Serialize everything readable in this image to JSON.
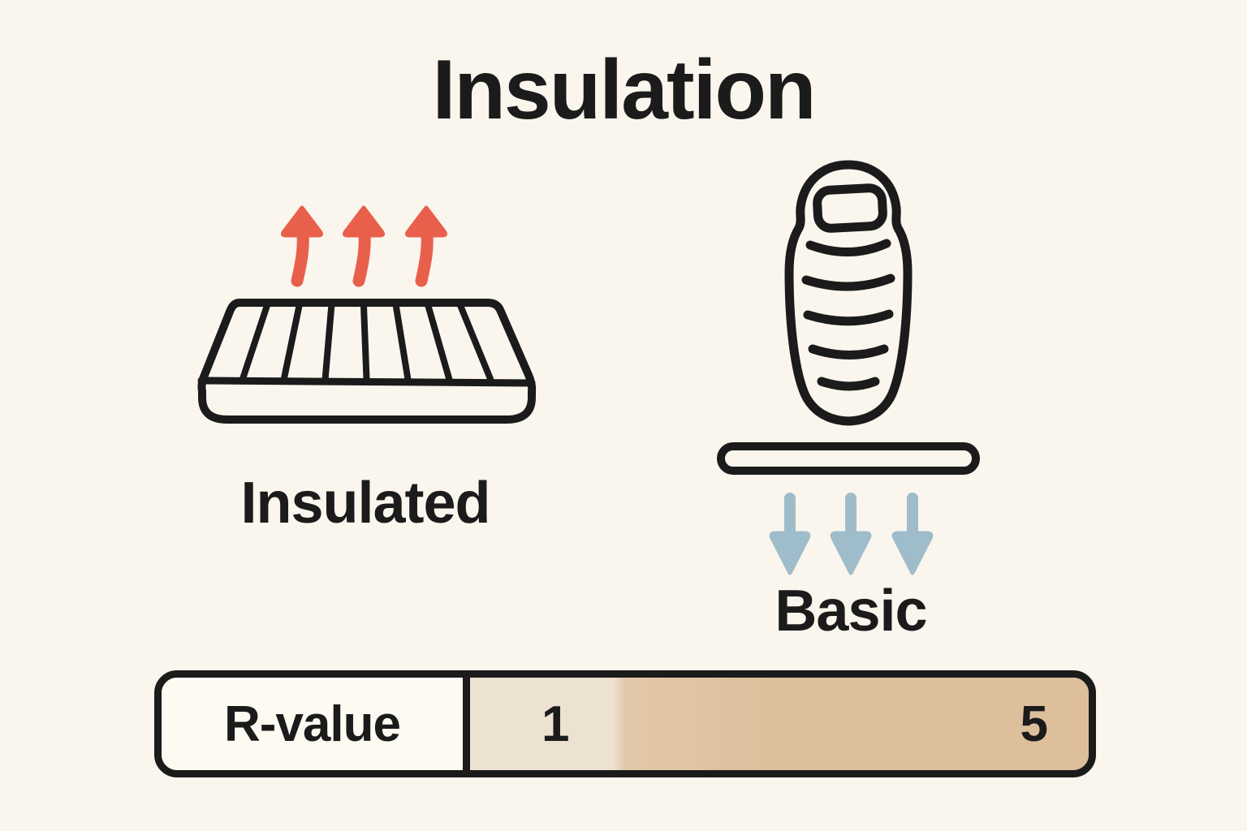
{
  "title": "Insulation",
  "figures": {
    "insulated": {
      "label": "Insulated",
      "icon": "insulated-sleeping-pad",
      "arrows": "heat-rising-arrows",
      "arrow_direction": "up",
      "arrow_count": 3
    },
    "basic": {
      "label": "Basic",
      "icon": "sleeping-bag-on-basic-pad",
      "arrows": "heat-loss-arrows",
      "arrow_direction": "down",
      "arrow_count": 3
    }
  },
  "scale_bar": {
    "label": "R-value",
    "min_value": "1",
    "max_value": "5"
  },
  "colors": {
    "background": "#FAF6ED",
    "ink": "#1B1B1B",
    "heat_arrow_red": "#E8604C",
    "cold_arrow_blue": "#9FBCCB",
    "bar_gradient_start": "#EDE2D2",
    "bar_gradient_end": "#DDBF9C",
    "bar_label_bg": "#FDFAF2"
  }
}
